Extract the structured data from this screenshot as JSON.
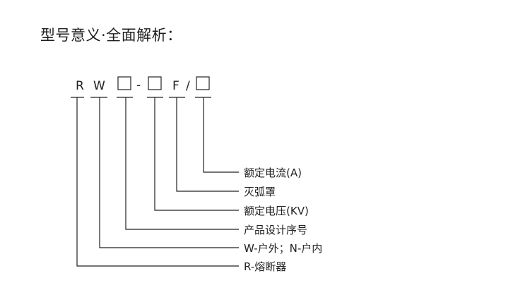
{
  "title": "型号意义·全面解析：",
  "model_code": {
    "letters": [
      "R",
      "W",
      "F"
    ],
    "separators": [
      "-",
      "/"
    ]
  },
  "legend": [
    "额定电流(A)",
    "灭弧罩",
    "额定电压(KV)",
    "产品设计序号",
    "W-户外；N-户内",
    "R-熔断器"
  ],
  "colors": {
    "line": "#222222",
    "text": "#222222"
  }
}
